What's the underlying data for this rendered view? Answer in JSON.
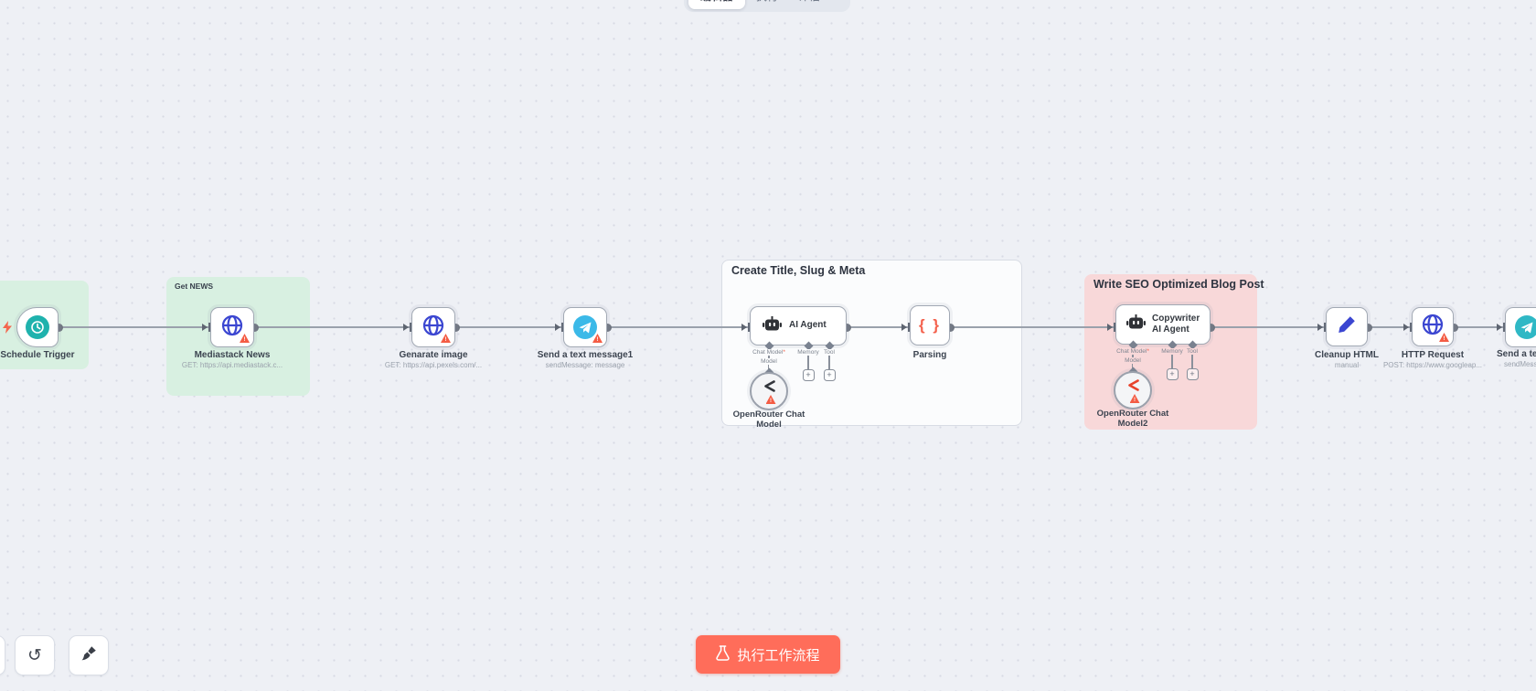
{
  "topbar": {
    "tabs": [
      {
        "label": "编辑器",
        "active": true
      },
      {
        "label": "执行",
        "active": false
      },
      {
        "label": "评估",
        "active": false
      }
    ]
  },
  "groups": {
    "get_news": {
      "label": "Get NEWS"
    },
    "create_title_slug_meta": {
      "label": "Create Title, Slug & Meta"
    },
    "write_seo_blog": {
      "label": "Write SEO Optimized Blog Post"
    }
  },
  "nodes": {
    "schedule_trigger": {
      "name": "Schedule Trigger"
    },
    "mediastack_news": {
      "name": "Mediastack News",
      "subtitle": "GET: https://api.mediastack.c..."
    },
    "generate_image": {
      "name": "Genarate image",
      "subtitle": "GET: https://api.pexels.com/..."
    },
    "send_text_message1": {
      "name": "Send a text message1",
      "subtitle": "sendMessage: message"
    },
    "ai_agent": {
      "name": "AI Agent"
    },
    "parsing": {
      "name": "Parsing"
    },
    "copywriter_ai_agent": {
      "name": "Copywriter AI Agent"
    },
    "cleanup_html": {
      "name": "Cleanup HTML",
      "subtitle": "manual"
    },
    "http_request": {
      "name": "HTTP Request",
      "subtitle": "POST: https://www.googleap..."
    },
    "send_text_message2": {
      "name": "Send a text m",
      "subtitle": "sendMessage: "
    },
    "openrouter_chat_model": {
      "line1": "OpenRouter Chat",
      "line2": "Model"
    },
    "openrouter_chat_model2": {
      "line1": "OpenRouter Chat",
      "line2": "Model2"
    }
  },
  "ports": {
    "chat_model": "Chat Model",
    "required_mark": "*",
    "memory": "Memory",
    "tool": "Tool",
    "model": "Model"
  },
  "glyphs": {
    "plus": "+",
    "undo": "↺",
    "braces": "{ }"
  },
  "footer": {
    "execute_label": "执行工作流程"
  },
  "colors": {
    "accent": "#ff6d5a",
    "group_green": "#d8f0e1",
    "group_pink": "#f8d8d9",
    "node_icon_blue": "#3b46d1",
    "telegram_blue": "#3bb9e8",
    "telegram_teal": "#2fb8c5",
    "clock_teal": "#1fb2ad",
    "warning_red": "#f45c44",
    "openrouter_dark": "#33363c",
    "openrouter_red": "#e8432c"
  }
}
